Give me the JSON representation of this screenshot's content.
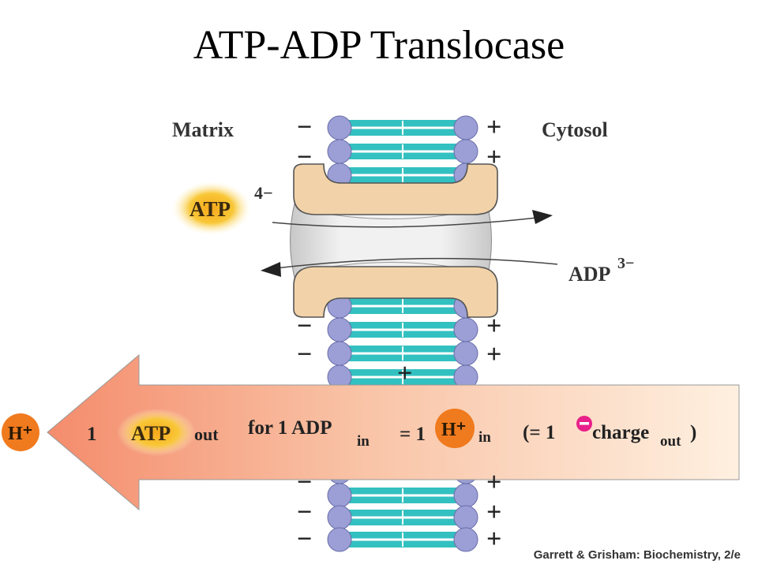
{
  "title": "ATP-ADP Translocase",
  "labels": {
    "matrix": "Matrix",
    "cytosol": "Cytosol",
    "atp": "ATP",
    "atp_charge": "4−",
    "adp": "ADP",
    "adp_charge": "3−",
    "minus": "−",
    "plus": "+"
  },
  "equation": {
    "h_left": "H⁺",
    "one": "1",
    "atp": "ATP",
    "out": "out",
    "for_adp": "for 1 ADP",
    "in1": "in",
    "eq_one": "= 1",
    "h_mid": "H⁺",
    "in2": "in",
    "paren_open": "(= 1",
    "charge": "charge",
    "charge_sub": "out",
    "paren_close": ")"
  },
  "credit": "Garrett & Grisham: Biochemistry, 2/e",
  "colors": {
    "head": "#9b9fd6",
    "tail": "#33c0c0",
    "protein": "#f2d2a8",
    "channel": "#dcdcdc",
    "h_circle": "#f07a1e",
    "atp_glow": "#f8c12a",
    "arrow_left": "#f5916e",
    "arrow_right": "#fde9d4",
    "charge_dot": "#e8208a"
  }
}
